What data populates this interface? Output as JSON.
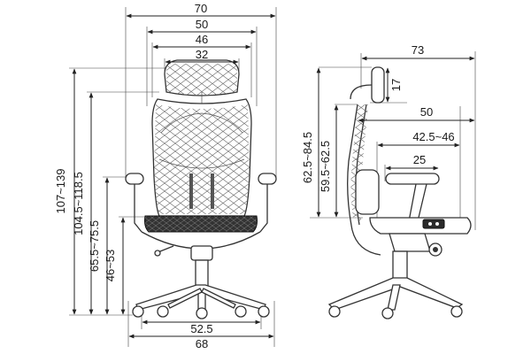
{
  "diagram": {
    "front_view": {
      "widths": {
        "overall_top": "70",
        "back_frame": "50",
        "backrest": "46",
        "headrest": "32",
        "base_inner": "52.5",
        "base_overall": "68"
      },
      "heights": {
        "overall": "107~139",
        "backrest_top": "104.5~118.5",
        "armrest": "65.5~75.5",
        "seat": "46~53"
      }
    },
    "side_view": {
      "depths": {
        "overall": "73",
        "seat": "50",
        "seat_depth_adjust": "42.5~46",
        "armrest_pad": "25"
      },
      "heights": {
        "headrest": "17",
        "back_to_headrest": "62.5~84.5",
        "backrest": "59.5~62.5"
      }
    }
  }
}
